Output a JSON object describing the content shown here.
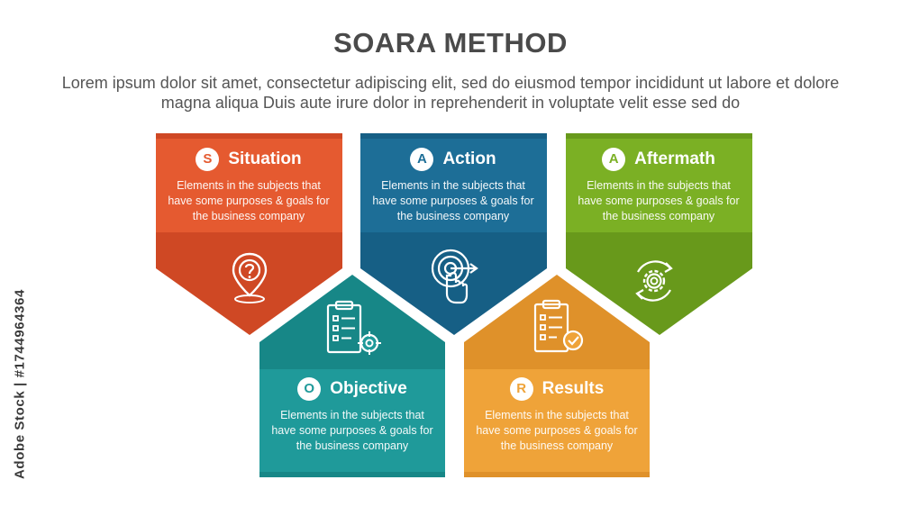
{
  "title": "SOARA METHOD",
  "subtitle": "Lorem ipsum dolor sit amet, consectetur adipiscing elit, sed do eiusmod tempor incididunt ut labore et dolore magna aliqua Duis aute irure dolor in reprehenderit in voluptate velit esse sed do",
  "side_text": "Adobe Stock | #1744964364",
  "cards": [
    {
      "letter": "S",
      "title": "Situation",
      "description": "Elements in the subjects that have  some purposes & goals for the  business company",
      "icon": "location-question-icon",
      "color": "#e55a30",
      "dark": "#cf4824"
    },
    {
      "letter": "O",
      "title": "Objective",
      "description": "Elements in the subjects that have some purposes & goals for the  business company",
      "icon": "clipboard-target-icon",
      "color": "#1f9a9a",
      "dark": "#178787"
    },
    {
      "letter": "A",
      "title": "Action",
      "description": "Elements in the subjects that have  some purposes & goals for the  business company",
      "icon": "target-touch-icon",
      "color": "#1d6e97",
      "dark": "#165f85"
    },
    {
      "letter": "R",
      "title": "Results",
      "description": "Elements in the subjects that have  some purposes & goals for the  business company",
      "icon": "clipboard-check-icon",
      "color": "#efa339",
      "dark": "#df912a"
    },
    {
      "letter": "A",
      "title": "Aftermath",
      "description": "Elements in the subjects that have  some purposes & goals for the  business company",
      "icon": "gear-cycle-icon",
      "color": "#7bb024",
      "dark": "#68991b"
    }
  ]
}
